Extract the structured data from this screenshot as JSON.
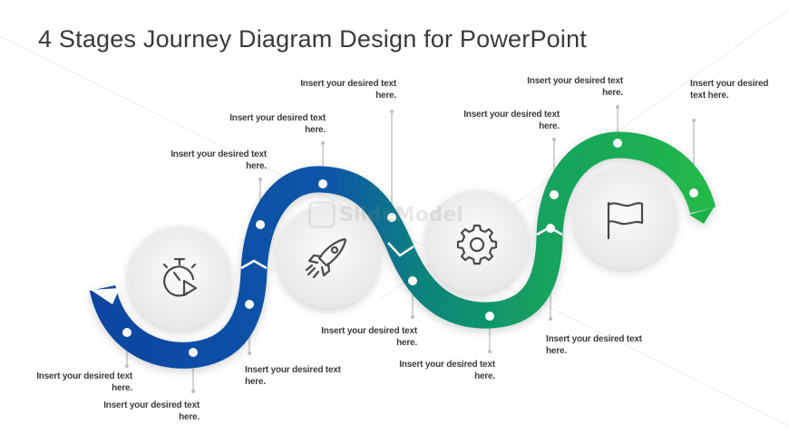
{
  "title": "4 Stages Journey Diagram Design for PowerPoint",
  "watermark": "SlideModel",
  "colors": {
    "blue": "#0d4aa0",
    "teal": "#0f8a78",
    "green": "#22b34a",
    "circle": "#f2f2f2",
    "icon": "#4a4a4a",
    "connector": "#b5b5b5"
  },
  "stages": [
    {
      "icon": "stopwatch-play-icon"
    },
    {
      "icon": "rocket-icon"
    },
    {
      "icon": "gear-icon"
    },
    {
      "icon": "flag-icon"
    }
  ],
  "labels": [
    {
      "id": "label-1",
      "text": "Insert your desired text\nhere."
    },
    {
      "id": "label-2",
      "text": "Insert your desired text\nhere."
    },
    {
      "id": "label-3",
      "text": "Insert your desired text\nhere."
    },
    {
      "id": "label-4",
      "text": "Insert your desired text\nhere."
    },
    {
      "id": "label-5",
      "text": "Insert your desired text\nhere."
    },
    {
      "id": "label-6",
      "text": "Insert your desired text\nhere."
    },
    {
      "id": "label-7",
      "text": "Insert your desired text\nhere."
    },
    {
      "id": "label-8",
      "text": "Insert your desired text\nhere."
    },
    {
      "id": "label-9",
      "text": "Insert your desired text\nhere."
    },
    {
      "id": "label-10",
      "text": "Insert your desired text\nhere."
    },
    {
      "id": "label-11",
      "text": "Insert your desired text\nhere."
    },
    {
      "id": "label-12",
      "text": "Insert your desired\ntext here."
    }
  ]
}
